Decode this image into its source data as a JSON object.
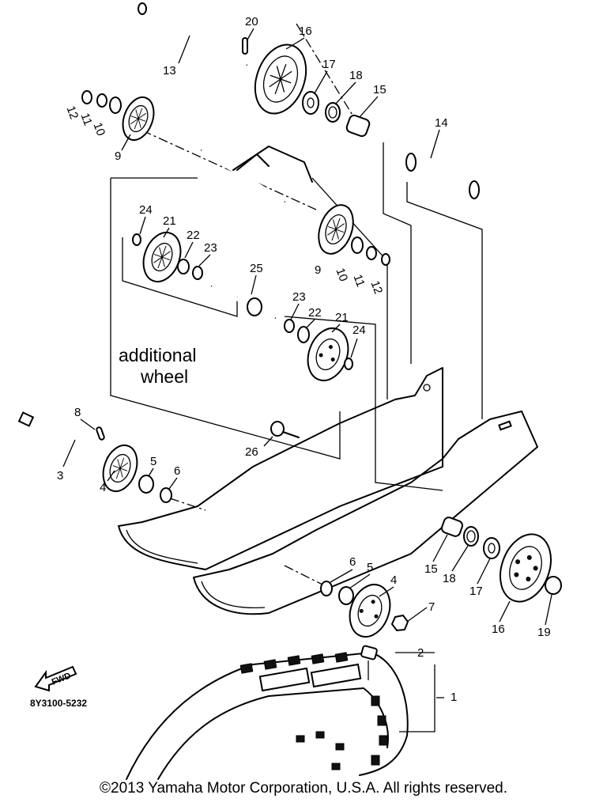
{
  "diagram": {
    "callouts": {
      "c1": "1",
      "c2": "2",
      "c3": "3",
      "c4a": "4",
      "c4b": "4",
      "c5a": "5",
      "c5b": "5",
      "c6a": "6",
      "c6b": "6",
      "c7": "7",
      "c8": "8",
      "c9a": "9",
      "c9b": "9",
      "c10a": "10",
      "c10b": "10",
      "c11a": "11",
      "c11b": "11",
      "c12a": "12",
      "c12b": "12",
      "c13": "13",
      "c14": "14",
      "c15a": "15",
      "c15b": "15",
      "c16a": "16",
      "c16b": "16",
      "c17a": "17",
      "c17b": "17",
      "c18a": "18",
      "c18b": "18",
      "c19": "19",
      "c20": "20",
      "c21a": "21",
      "c21b": "21",
      "c22a": "22",
      "c22b": "22",
      "c23a": "23",
      "c23b": "23",
      "c24a": "24",
      "c24b": "24",
      "c25": "25",
      "c26": "26"
    },
    "note_line1": "additional",
    "note_line2": "wheel",
    "diagram_code": "8Y3100-5232",
    "fwd_label": "FWD"
  },
  "footer": {
    "copyright": "©2013 Yamaha Motor Corporation, U.S.A. All rights reserved."
  }
}
